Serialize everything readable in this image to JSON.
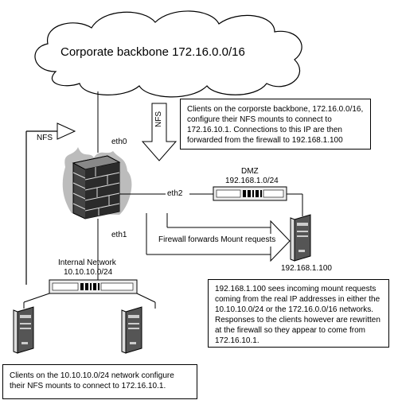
{
  "cloud": {
    "label": "Corporate backbone 172.16.0.0/16"
  },
  "interfaces": {
    "eth0": "eth0",
    "eth1": "eth1",
    "eth2": "eth2"
  },
  "arrows": {
    "nfs_left": "NFS",
    "nfs_down": "NFS",
    "mount_forward": "Firewall forwards Mount requests"
  },
  "dmz": {
    "title": "DMZ",
    "subnet": "192.168.1.0/24"
  },
  "internal": {
    "title": "Internal Network",
    "subnet": "10.10.10.0/24"
  },
  "server": {
    "ip": "192.168.1.100"
  },
  "notes": {
    "backbone_clients": [
      "Clients on the corporste backbone, 172.16.0.0/16,",
      "configure their NFS mounts to connect to",
      "172.16.10.1. Connections to this IP are then",
      "forwarded from the firewall to 192.168.1.100"
    ],
    "server_responses": [
      "192.168.1.100 sees incoming mount requests",
      "coming from the real IP addresses in either the",
      "10.10.10.0/24 or the 172.16.0.0/16 networks.",
      "Responses to the clients however are rewritten",
      "at the firewall so they appear to come from",
      "172.16.10.1."
    ],
    "internal_clients": [
      "Clients on the 10.10.10.0/24 network configure",
      "their NFS mounts to connect to 172.16.10.1."
    ]
  }
}
